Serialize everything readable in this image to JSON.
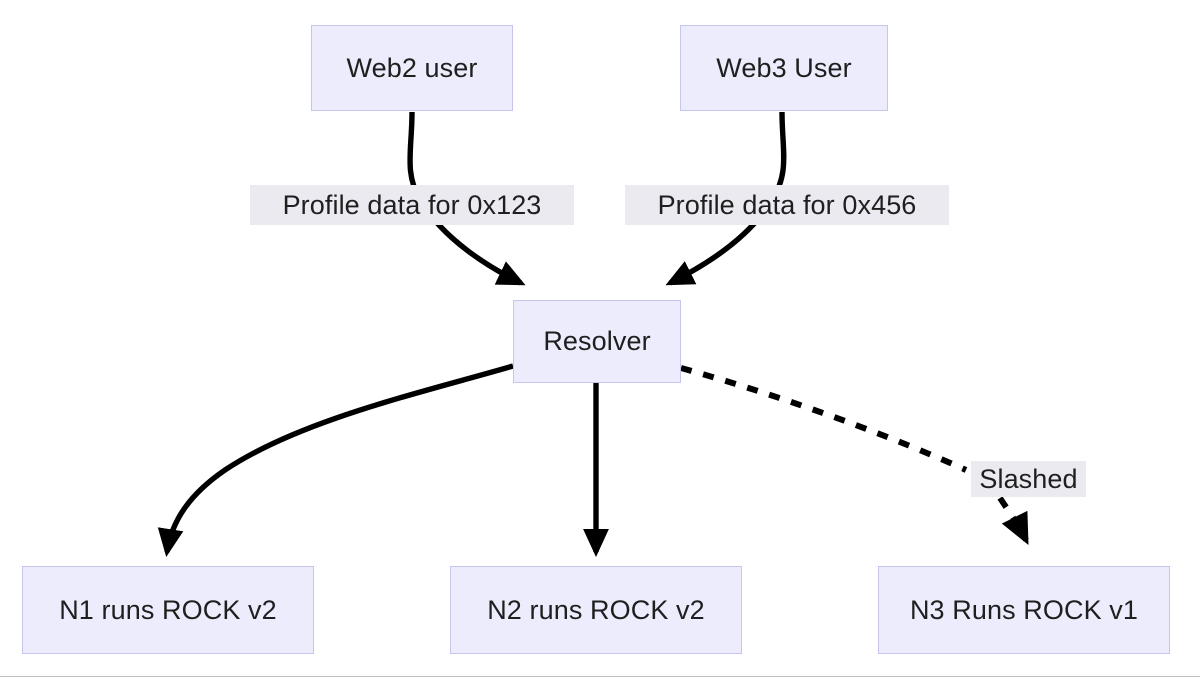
{
  "diagram": {
    "type": "flowchart",
    "direction": "top-down",
    "background_color": "#ffffff",
    "node_fill_color": "#ececfc",
    "node_border_color": "#c5c5ef",
    "edge_color": "#000000",
    "edge_label_background": "#eaeaf0",
    "text_color": "#1f1f1f",
    "nodes": [
      {
        "id": "web2",
        "label": "Web2 user"
      },
      {
        "id": "web3",
        "label": "Web3 User"
      },
      {
        "id": "resolver",
        "label": "Resolver"
      },
      {
        "id": "n1",
        "label": "N1 runs ROCK v2"
      },
      {
        "id": "n2",
        "label": "N2 runs ROCK v2"
      },
      {
        "id": "n3",
        "label": "N3 Runs ROCK v1"
      }
    ],
    "edges": [
      {
        "from": "web2",
        "to": "resolver",
        "label": "Profile data for 0x123",
        "style": "solid",
        "arrow": "filled-triangle"
      },
      {
        "from": "web3",
        "to": "resolver",
        "label": "Profile data for 0x456",
        "style": "solid",
        "arrow": "filled-triangle"
      },
      {
        "from": "resolver",
        "to": "n1",
        "label": "",
        "style": "solid",
        "arrow": "filled-triangle"
      },
      {
        "from": "resolver",
        "to": "n2",
        "label": "",
        "style": "solid",
        "arrow": "filled-triangle"
      },
      {
        "from": "resolver",
        "to": "n3",
        "label": "Slashed",
        "style": "dashed",
        "arrow": "filled-triangle"
      }
    ],
    "edge_labels": [
      {
        "id": "label-0x123",
        "text": "Profile data for 0x123"
      },
      {
        "id": "label-0x456",
        "text": "Profile data for 0x456"
      },
      {
        "id": "label-slashed",
        "text": "Slashed"
      }
    ]
  }
}
